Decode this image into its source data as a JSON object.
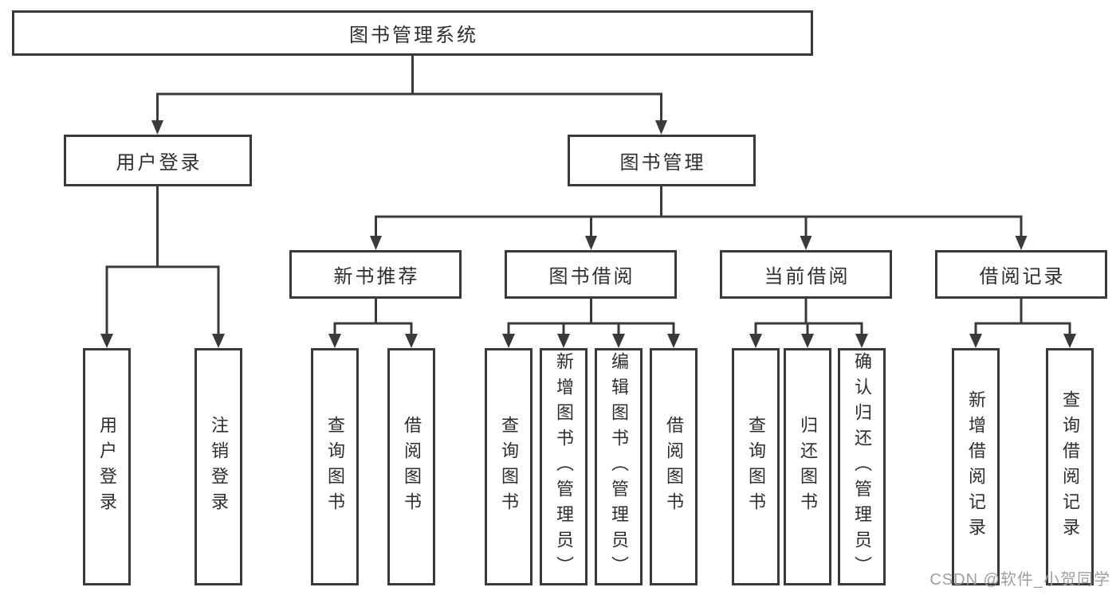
{
  "diagram_type": "hierarchy-tree",
  "nodes": {
    "root": {
      "label": "图书管理系统"
    },
    "user_login": {
      "label": "用户登录"
    },
    "book_mgmt": {
      "label": "图书管理"
    },
    "new_book_rec": {
      "label": "新书推荐"
    },
    "book_borrow": {
      "label": "图书借阅"
    },
    "current_borrow": {
      "label": "当前借阅"
    },
    "borrow_record": {
      "label": "借阅记录"
    },
    "leaf_user_login": {
      "label": "用户登录"
    },
    "leaf_logout": {
      "label": "注销登录"
    },
    "leaf_nb_query": {
      "label": "查询图书"
    },
    "leaf_nb_borrow": {
      "label": "借阅图书"
    },
    "leaf_bb_query": {
      "label": "查询图书"
    },
    "leaf_bb_add": {
      "label": "新增图书（管理员）"
    },
    "leaf_bb_edit": {
      "label": "编辑图书（管理员）"
    },
    "leaf_bb_borrow": {
      "label": "借阅图书"
    },
    "leaf_cb_query": {
      "label": "查询图书"
    },
    "leaf_cb_return": {
      "label": "归还图书"
    },
    "leaf_cb_confirm": {
      "label": "确认归还（管理员）"
    },
    "leaf_br_add": {
      "label": "新增借阅记录"
    },
    "leaf_br_query": {
      "label": "查询借阅记录"
    }
  },
  "edges": [
    [
      "root",
      "user_login"
    ],
    [
      "root",
      "book_mgmt"
    ],
    [
      "user_login",
      "leaf_user_login"
    ],
    [
      "user_login",
      "leaf_logout"
    ],
    [
      "book_mgmt",
      "new_book_rec"
    ],
    [
      "book_mgmt",
      "book_borrow"
    ],
    [
      "book_mgmt",
      "current_borrow"
    ],
    [
      "book_mgmt",
      "borrow_record"
    ],
    [
      "new_book_rec",
      "leaf_nb_query"
    ],
    [
      "new_book_rec",
      "leaf_nb_borrow"
    ],
    [
      "book_borrow",
      "leaf_bb_query"
    ],
    [
      "book_borrow",
      "leaf_bb_add"
    ],
    [
      "book_borrow",
      "leaf_bb_edit"
    ],
    [
      "book_borrow",
      "leaf_bb_borrow"
    ],
    [
      "current_borrow",
      "leaf_cb_query"
    ],
    [
      "current_borrow",
      "leaf_cb_return"
    ],
    [
      "current_borrow",
      "leaf_cb_confirm"
    ],
    [
      "borrow_record",
      "leaf_br_add"
    ],
    [
      "borrow_record",
      "leaf_br_query"
    ]
  ],
  "colors": {
    "line": "#3a3a3a",
    "box_border": "#3a3a3a",
    "label_text": "#2e2e2e",
    "watermark_text": "#9f9f9f",
    "background": "#ffffff"
  },
  "watermark": "CSDN @软件_小贺同学"
}
